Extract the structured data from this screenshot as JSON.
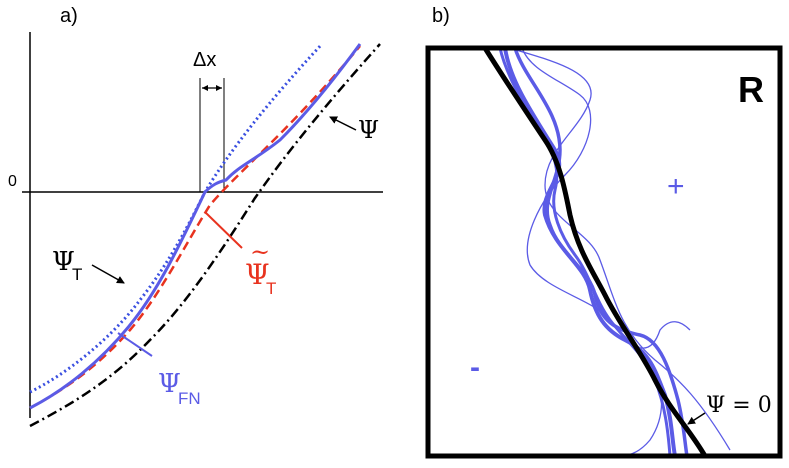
{
  "panel_a": {
    "label": "a)",
    "zero_label": "0",
    "dx_label": "Δx",
    "psi_label": "Ψ",
    "psi_t_label": "Ψ",
    "psi_t_sub": "T",
    "psi_t_tilde_label": "Ψ",
    "psi_t_tilde_sub": "T",
    "psi_t_tilde_accent": "~",
    "psi_fn_label": "Ψ",
    "psi_fn_sub": "FN",
    "colors": {
      "blue": "#5b5be6",
      "dotted_blue": "#3a4fe0",
      "red": "#e8331f",
      "black": "#000000"
    }
  },
  "panel_b": {
    "label": "b)",
    "region_label": "R",
    "plus_label": "+",
    "minus_label": "-",
    "zero_contour_label": "Ψ = 0",
    "colors": {
      "blue": "#5b5be6",
      "black": "#000000",
      "frame": "#000000"
    }
  }
}
